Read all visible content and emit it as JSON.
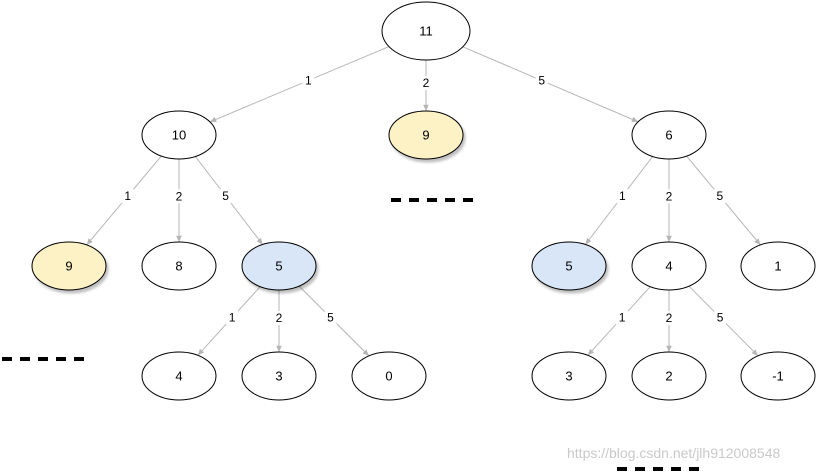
{
  "diagram": {
    "colors": {
      "default_fill": "#ffffff",
      "highlight_yellow": "#fdf1c6",
      "highlight_yellow_stroke": "#d6b656",
      "highlight_blue": "#d8e6f8",
      "highlight_blue_stroke": "#6c8ebf",
      "edge": "#b5b5b5"
    },
    "nodes": [
      {
        "id": "root",
        "label": "11",
        "style": "default"
      },
      {
        "id": "n10",
        "label": "10",
        "style": "default"
      },
      {
        "id": "n9a",
        "label": "9",
        "style": "yellow"
      },
      {
        "id": "n6",
        "label": "6",
        "style": "default"
      },
      {
        "id": "n9b",
        "label": "9",
        "style": "yellow"
      },
      {
        "id": "n8",
        "label": "8",
        "style": "default"
      },
      {
        "id": "n5a",
        "label": "5",
        "style": "blue"
      },
      {
        "id": "n5b",
        "label": "5",
        "style": "blue"
      },
      {
        "id": "n4a",
        "label": "4",
        "style": "default"
      },
      {
        "id": "n1",
        "label": "1",
        "style": "default"
      },
      {
        "id": "n4b",
        "label": "4",
        "style": "default"
      },
      {
        "id": "n3a",
        "label": "3",
        "style": "default"
      },
      {
        "id": "n0",
        "label": "0",
        "style": "default"
      },
      {
        "id": "n3b",
        "label": "3",
        "style": "default"
      },
      {
        "id": "n2",
        "label": "2",
        "style": "default"
      },
      {
        "id": "nm1",
        "label": "-1",
        "style": "default"
      }
    ],
    "edges": [
      {
        "from": "root",
        "to": "n10",
        "label": "1"
      },
      {
        "from": "root",
        "to": "n9a",
        "label": "2"
      },
      {
        "from": "root",
        "to": "n6",
        "label": "5"
      },
      {
        "from": "n10",
        "to": "n9b",
        "label": "1"
      },
      {
        "from": "n10",
        "to": "n8",
        "label": "2"
      },
      {
        "from": "n10",
        "to": "n5a",
        "label": "5"
      },
      {
        "from": "n6",
        "to": "n5b",
        "label": "1"
      },
      {
        "from": "n6",
        "to": "n4a",
        "label": "2"
      },
      {
        "from": "n6",
        "to": "n1",
        "label": "5"
      },
      {
        "from": "n5a",
        "to": "n4b",
        "label": "1"
      },
      {
        "from": "n5a",
        "to": "n3a",
        "label": "2"
      },
      {
        "from": "n5a",
        "to": "n0",
        "label": "5"
      },
      {
        "from": "n4a",
        "to": "n3b",
        "label": "1"
      },
      {
        "from": "n4a",
        "to": "n2",
        "label": "2"
      },
      {
        "from": "n4a",
        "to": "nm1",
        "label": "5"
      }
    ]
  },
  "watermark": "https://blog.csdn.net/jlh912008548"
}
